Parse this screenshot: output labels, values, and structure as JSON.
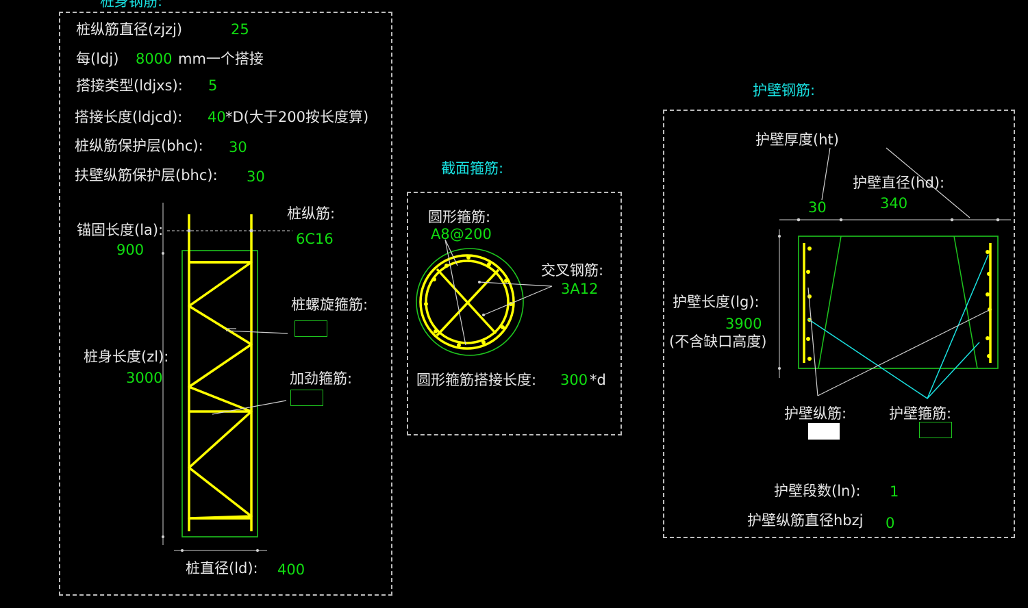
{
  "pile_body": {
    "title": "桩身钢筋:",
    "zjzj_label": "桩纵筋直径(zjzj)",
    "zjzj_value": "25",
    "ldj_prefix": "每(ldj)",
    "ldj_value": "8000",
    "ldj_suffix": "mm一个搭接",
    "ldjxs_label": "搭接类型(ldjxs):",
    "ldjxs_value": "5",
    "ldjcd_label": "搭接长度(ldjcd):",
    "ldjcd_value": "40",
    "ldjcd_suffix": "*D(大于200按长度算)",
    "bhc_label": "桩纵筋保护层(bhc):",
    "bhc_value": "30",
    "fbbhc_label": "扶壁纵筋保护层(bhc):",
    "fbbhc_value": "30",
    "la_label": "锚固长度(la):",
    "la_value": "900",
    "zzj_label": "桩纵筋:",
    "zzj_value": "6C16",
    "spiral_label": "桩螺旋箍筋:",
    "spiral_value": "",
    "zl_label": "桩身长度(zl):",
    "zl_value": "3000",
    "stiff_label": "加劲箍筋:",
    "stiff_value": "",
    "ld_label": "桩直径(ld):",
    "ld_value": "400"
  },
  "section": {
    "title": "截面箍筋:",
    "circle_label": "圆形箍筋:",
    "circle_value": "A8@200",
    "cross_label": "交叉钢筋:",
    "cross_value": "3A12",
    "lap_label": "圆形箍筋搭接长度:",
    "lap_value": "300",
    "lap_suffix": "*d"
  },
  "wall": {
    "title": "护壁钢筋:",
    "ht_label": "护壁厚度(ht)",
    "ht_value": "30",
    "hd_label": "护壁直径(hd):",
    "hd_value": "340",
    "lg_label": "护壁长度(lg):",
    "lg_value": "3900",
    "lg_note": "(不含缺口高度)",
    "long_label": "护壁纵筋:",
    "long_value": "",
    "stirrup_label": "护壁箍筋:",
    "stirrup_value": "",
    "ln_label": "护壁段数(ln):",
    "ln_value": "1",
    "hbzj_label": "护壁纵筋直径hbzj",
    "hbzj_value": "0"
  },
  "colors": {
    "background": "#000000",
    "text": "#e6e6e6",
    "value": "#11dd11",
    "title": "#19e0e0",
    "rebar": "#ffff00"
  }
}
